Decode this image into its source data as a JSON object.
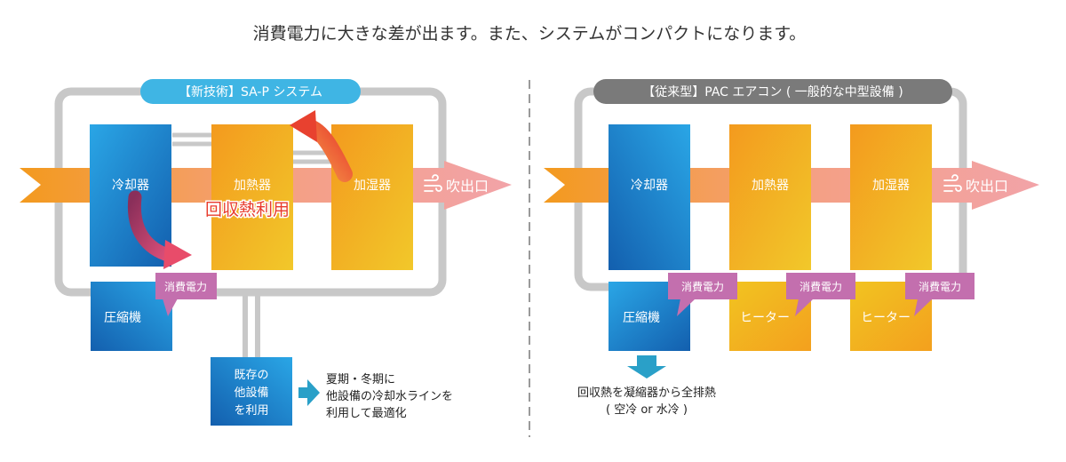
{
  "header": {
    "title": "消費電力に大きな差が出ます。また、システムがコンパクトになります。"
  },
  "left": {
    "badge": "【新技術】SA-P システム",
    "cooler": "冷却器",
    "heater": "加熱器",
    "humidifier": "加湿器",
    "outlet": "吹出口",
    "recovery": "回収熱利用",
    "power": "消費電力",
    "compressor": "圧縮機",
    "existing_lines": [
      "既存の",
      "他設備",
      "を利用"
    ],
    "note_lines": [
      "夏期・冬期に",
      "他設備の冷却水ラインを",
      "利用して最適化"
    ]
  },
  "right": {
    "badge": "【従来型】PAC エアコン ( 一般的な中型設備 )",
    "cooler": "冷却器",
    "heater": "加熱器",
    "humidifier": "加湿器",
    "outlet": "吹出口",
    "power": "消費電力",
    "compressor": "圧縮機",
    "heater_unit": "ヒーター",
    "exhaust_lines": [
      "回収熱を凝縮器から全排熱",
      "( 空冷 or 水冷 )"
    ]
  },
  "colors": {
    "blue_dark": "#1466b0",
    "blue_light": "#2aa0e0",
    "orange": "#f39a1e",
    "yellow": "#f2c421",
    "pink": "#f2a3a8",
    "badge_blue": "#3fb5e4",
    "badge_gray": "#7a7a7a",
    "callout": "#c36fae",
    "recovery_red": "#e83c2d",
    "pipe_gray": "#c8c8c8"
  }
}
